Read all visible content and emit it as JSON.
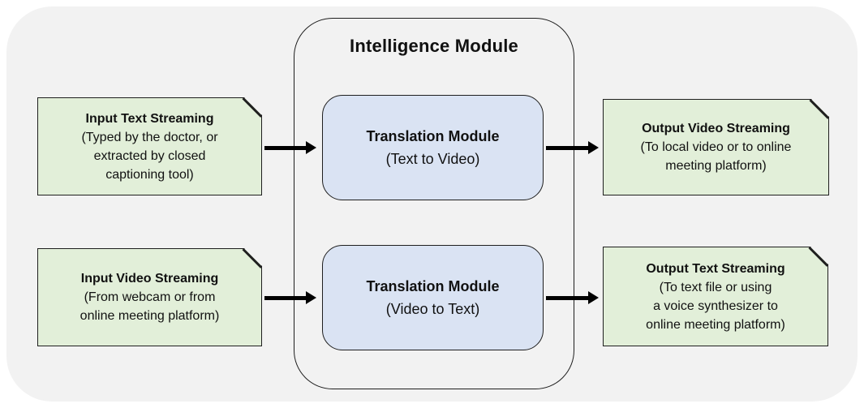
{
  "diagram": {
    "title": "Intelligence Module",
    "inputs": [
      {
        "title": "Input Text Streaming",
        "body": "(Typed by the doctor, or\nextracted by closed\ncaptioning tool)"
      },
      {
        "title": "Input Video Streaming",
        "body": "(From webcam or from\nonline meeting platform)"
      }
    ],
    "modules": [
      {
        "title": "Translation Module",
        "body": "(Text to Video)"
      },
      {
        "title": "Translation Module",
        "body": "(Video to Text)"
      }
    ],
    "outputs": [
      {
        "title": "Output Video Streaming",
        "body": "(To local video or to online\nmeeting platform)"
      },
      {
        "title": "Output Text Streaming",
        "body": "(To text file or using\na voice synthesizer to\nonline meeting platform)"
      }
    ],
    "colors": {
      "background": "#f2f2f2",
      "green_fill": "#e2efd9",
      "blue_fill": "#dae3f3",
      "border": "#1f1f1f",
      "arrow": "#000000"
    }
  }
}
